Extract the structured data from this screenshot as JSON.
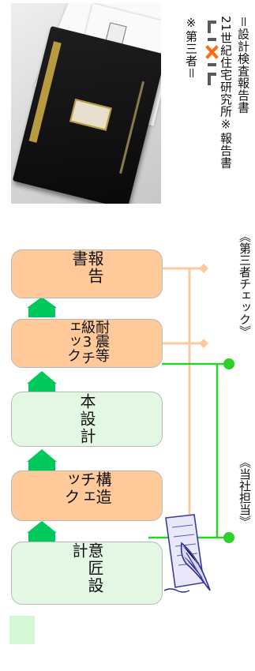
{
  "note": {
    "line1": "※第三者＝",
    "line2": "21世紀住宅研究所※報告書",
    "line3": "＝設計検査報告書"
  },
  "logo_text": "LIXIL",
  "flow_boxes": [
    {
      "id": "report",
      "label": "報告書",
      "color": "orange"
    },
    {
      "id": "seismic-check",
      "label": "耐震等級3チェック",
      "color": "orange"
    },
    {
      "id": "main-design",
      "label": "本設計",
      "color": "green"
    },
    {
      "id": "structure-check",
      "label": "構造チェック",
      "color": "orange"
    },
    {
      "id": "design",
      "label": "意匠設計",
      "color": "green"
    }
  ],
  "phases": {
    "third_party": "《第三者チェック》",
    "our_company": "《当社担当》"
  },
  "colors": {
    "green_fill": "#e3f8e3",
    "orange_fill": "#ffc999",
    "arrow_green": "#00c85a",
    "line_green": "#2bd12b",
    "line_orange": "#ffc9a0",
    "logo_orange": "#ff6a13",
    "logo_gray": "#5a5a5a"
  }
}
